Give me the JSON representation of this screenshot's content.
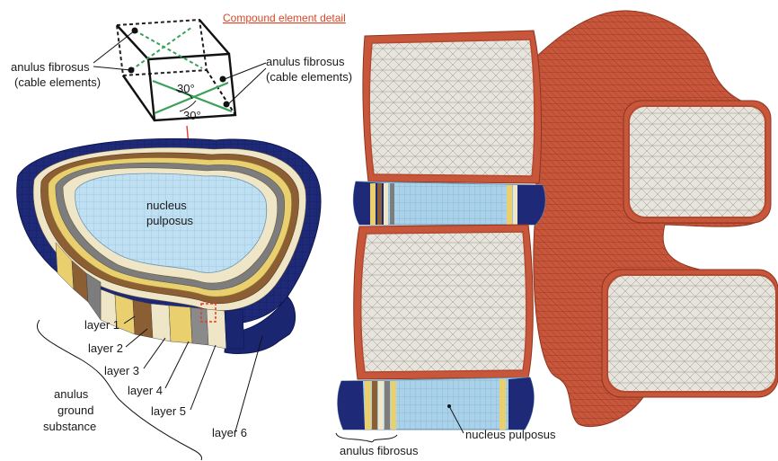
{
  "title": "Compound element detail",
  "labels": {
    "anulus_cable_left": [
      "anulus fibrosus",
      "(cable elements)"
    ],
    "anulus_cable_right": [
      "anulus fibrosus",
      "(cable elements)"
    ],
    "angle_top": "30°",
    "angle_bottom": "30°",
    "nucleus_left": [
      "nucleus",
      "pulposus"
    ],
    "layers": [
      "layer 1",
      "layer 2",
      "layer 3",
      "layer 4",
      "layer 5",
      "layer 6"
    ],
    "ground_substance": [
      "anulus",
      "ground",
      "substance"
    ],
    "anulus_fibrosus_bottom": "anulus fibrosus",
    "nucleus_pulposus_bottom": "nucleus pulposus"
  },
  "colors": {
    "title": "#d44a2a",
    "bone": "#c7563a",
    "cancellous": "#e6e4dc",
    "nucleus": "#bfe0f2",
    "navy": "#1e2a78",
    "layer_gold": "#e9cf6e",
    "layer_brown": "#8b5e34",
    "layer_gray": "#8a8a8a",
    "layer_cream": "#efe6c8",
    "fiber_green": "#3aa05a",
    "highlight": "#e8392a"
  }
}
